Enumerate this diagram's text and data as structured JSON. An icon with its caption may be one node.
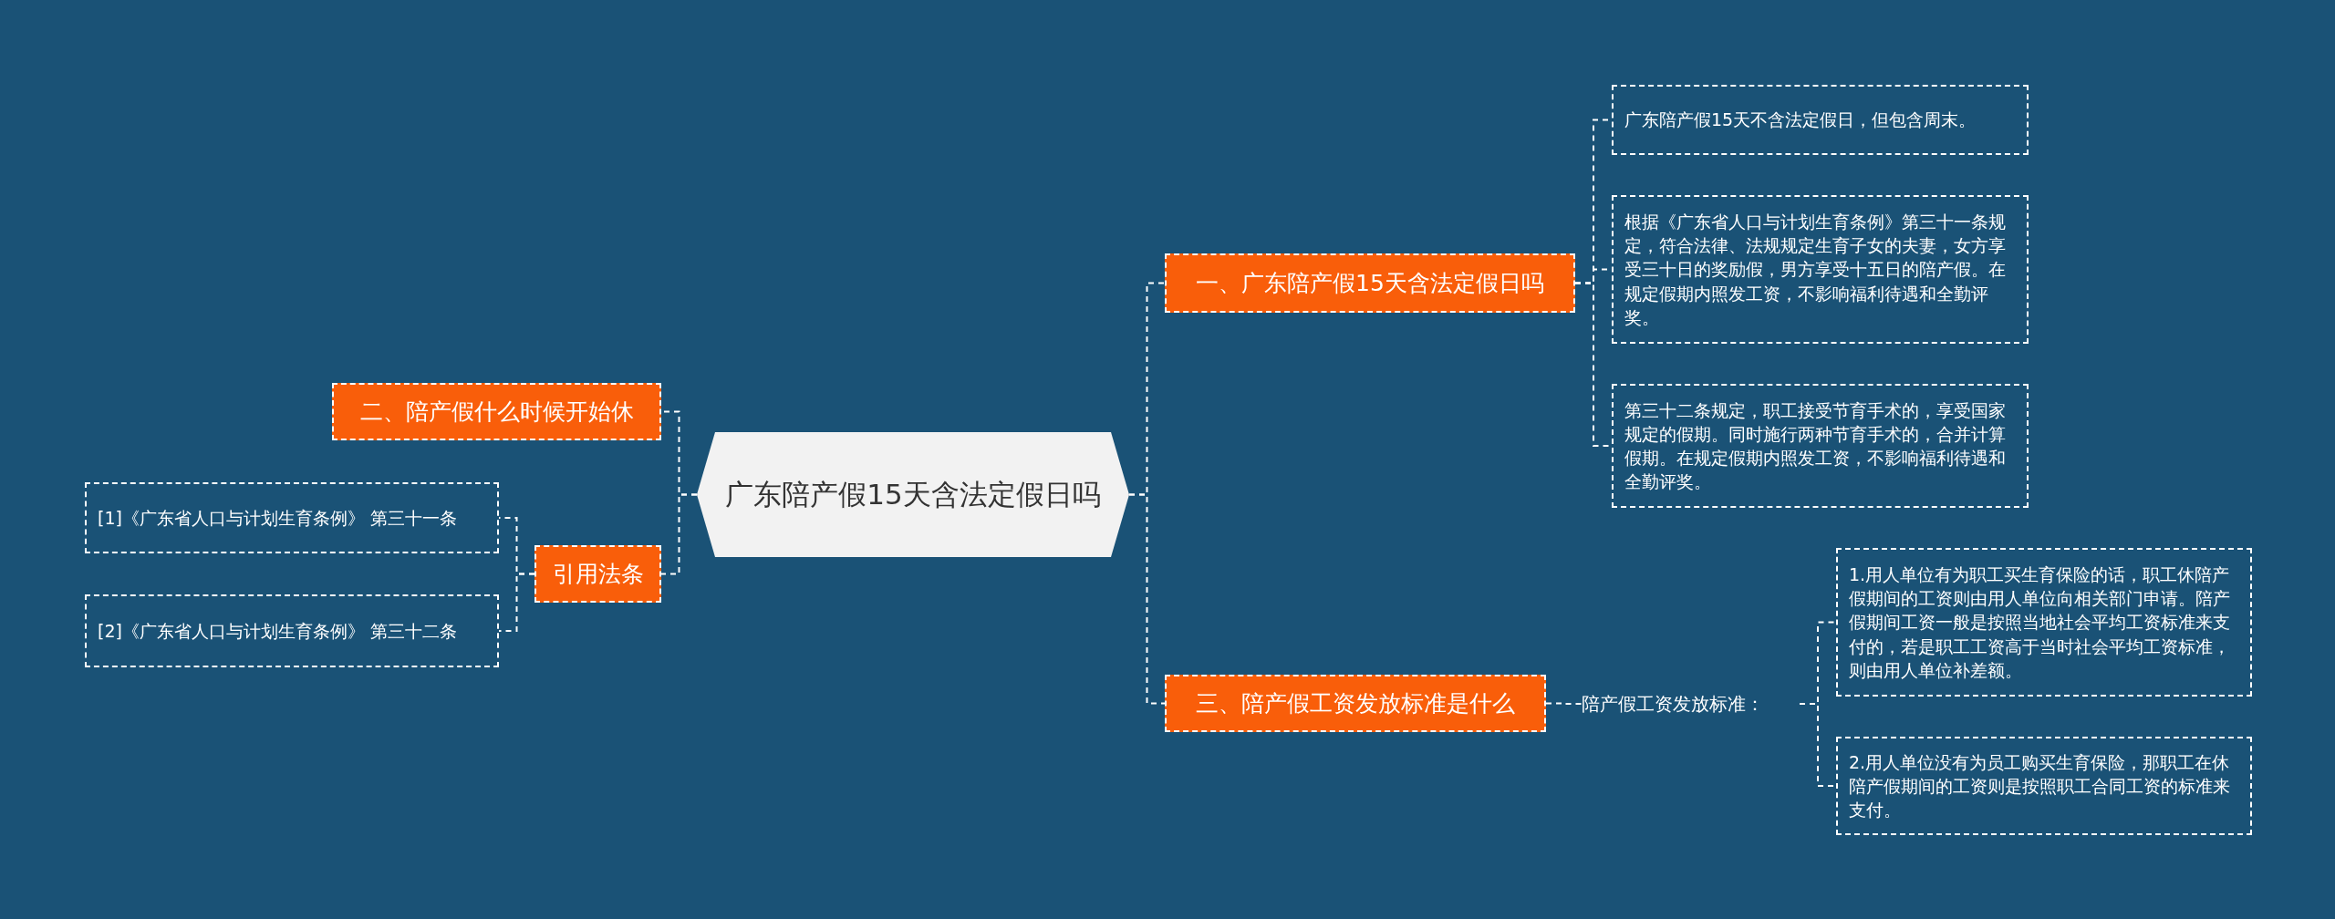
{
  "diagram": {
    "nodes": [
      {
        "text": [
          "广东陪产假15天含法定假日吗"
        ]
      },
      {
        "text": [
          "一、广东陪产假15天含法定假日吗"
        ]
      },
      {
        "text": [
          "广东陪产假15天不含法定假日，但包含周末。"
        ]
      },
      {
        "text": [
          "根据《广东省人口与计划生育条例》第三十一条规定，符合法律、法规规定生育子女的夫妻，女方享受三十日的奖励假，男方享受十五日的陪产假。在规定假期内照发工资，不影响福利待遇和全勤评奖。"
        ]
      },
      {
        "text": [
          "第三十二条规定，职工接受节育手术的，享受国家规定的假期。同时施行两种节育手术的，合并计算假期。在规定假期内照发工资，不影响福利待遇和全勤评奖。"
        ]
      },
      {
        "text": [
          "三、陪产假工资发放标准是什么"
        ]
      },
      {
        "text": [
          "陪产假工资发放标准："
        ]
      },
      {
        "text": [
          "1.用人单位有为职工买生育保险的话，职工休陪产假期间的工资则由用人单位向相关部门申请。陪产假期间工资一般是按照当地社会平均工资标准来支付的，若是职工工资高于当时社会平均工资标准，则由用人单位补差额。"
        ]
      },
      {
        "text": [
          "2.用人单位没有为员工购买生育保险，那职工在休陪产假期间的工资则是按照职工合同工资的标准来支付。"
        ]
      },
      {
        "text": [
          "二、陪产假什么时候开始休"
        ]
      },
      {
        "text": [
          "引用法条"
        ]
      },
      {
        "text": [
          "[1]《广东省人口与计划生育条例》 第三十一条"
        ]
      },
      {
        "text": [
          "[2]《广东省人口与计划生育条例》 第三十二条"
        ]
      }
    ],
    "edges": [
      {
        "from": 0,
        "to": 1,
        "arrow": "none",
        "style": "dashed"
      },
      {
        "from": 1,
        "to": 2,
        "arrow": "none",
        "style": "dashed"
      },
      {
        "from": 1,
        "to": 3,
        "arrow": "none",
        "style": "dashed"
      },
      {
        "from": 1,
        "to": 4,
        "arrow": "none",
        "style": "dashed"
      },
      {
        "from": 0,
        "to": 5,
        "arrow": "none",
        "style": "dashed"
      },
      {
        "from": 5,
        "to": 6,
        "arrow": "none",
        "style": "dashed"
      },
      {
        "from": 6,
        "to": 7,
        "arrow": "none",
        "style": "dashed"
      },
      {
        "from": 6,
        "to": 8,
        "arrow": "none",
        "style": "dashed"
      },
      {
        "from": 0,
        "to": 9,
        "arrow": "none",
        "style": "dashed"
      },
      {
        "from": 0,
        "to": 10,
        "arrow": "none",
        "style": "dashed"
      },
      {
        "from": 10,
        "to": 11,
        "arrow": "none",
        "style": "dashed"
      },
      {
        "from": 10,
        "to": 12,
        "arrow": "none",
        "style": "dashed"
      }
    ]
  }
}
